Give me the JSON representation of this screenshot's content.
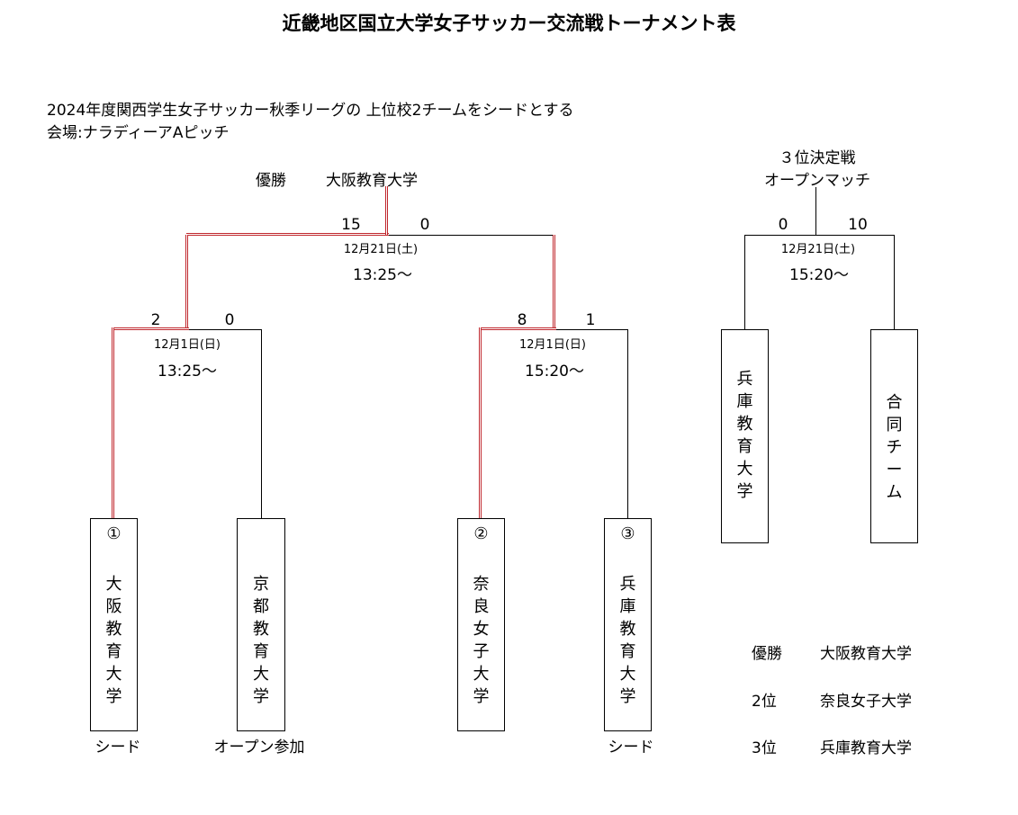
{
  "title": "近畿地区国立大学女子サッカー交流戦トーナメント表",
  "notes": {
    "seed_rule": "2024年度関西学生女子サッカー秋季リーグの 上位校2チームをシードとする",
    "venue": "会場:ナラディーアAピッチ"
  },
  "champion_header": {
    "label": "優勝",
    "team": "大阪教育大学"
  },
  "final": {
    "score_left": "15",
    "score_right": "0",
    "date": "12月21日(土)",
    "time": "13:25〜"
  },
  "semi_left": {
    "score_left": "2",
    "score_right": "0",
    "date": "12月1日(日)",
    "time": "13:25〜"
  },
  "semi_right": {
    "score_left": "8",
    "score_right": "1",
    "date": "12月1日(日)",
    "time": "15:20〜"
  },
  "third_place": {
    "title_line1": "３位決定戦",
    "title_line2": "オープンマッチ",
    "score_left": "0",
    "score_right": "10",
    "date": "12月21日(土)",
    "time": "15:20〜",
    "teams": [
      {
        "name": [
          "兵",
          "庫",
          "教",
          "育",
          "大",
          "学"
        ]
      },
      {
        "name": [
          "合",
          "同",
          "チ",
          "ー",
          "ム"
        ]
      }
    ]
  },
  "teams": [
    {
      "seed": "①",
      "name": [
        "大",
        "阪",
        "教",
        "育",
        "大",
        "学"
      ],
      "caption": "シード"
    },
    {
      "seed": "",
      "name": [
        "京",
        "都",
        "教",
        "育",
        "大",
        "学"
      ],
      "caption": "オープン参加"
    },
    {
      "seed": "②",
      "name": [
        "奈",
        "良",
        "女",
        "子",
        "大",
        "学"
      ],
      "caption": ""
    },
    {
      "seed": "③",
      "name": [
        "兵",
        "庫",
        "教",
        "育",
        "大",
        "学"
      ],
      "caption": "シード"
    }
  ],
  "results": [
    {
      "rank": "優勝",
      "team": "大阪教育大学"
    },
    {
      "rank": "2位",
      "team": "奈良女子大学"
    },
    {
      "rank": "3位",
      "team": "兵庫教育大学"
    }
  ],
  "colors": {
    "winner_line": "#c0272d",
    "line": "#000000"
  }
}
